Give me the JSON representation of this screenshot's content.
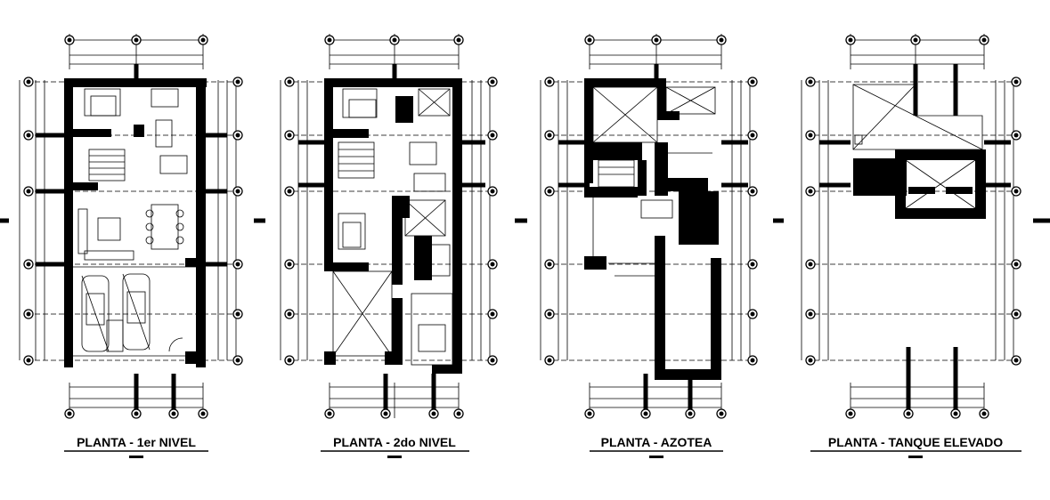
{
  "plans": [
    {
      "id": "plan-1",
      "title": "PLANTA - 1er NIVEL"
    },
    {
      "id": "plan-2",
      "title": "PLANTA - 2do NIVEL"
    },
    {
      "id": "plan-3",
      "title": "PLANTA - AZOTEA"
    },
    {
      "id": "plan-4",
      "title": "PLANTA - TANQUE ELEVADO"
    }
  ],
  "colors": {
    "wall": "#000000",
    "line": "#000000",
    "background": "#ffffff"
  }
}
